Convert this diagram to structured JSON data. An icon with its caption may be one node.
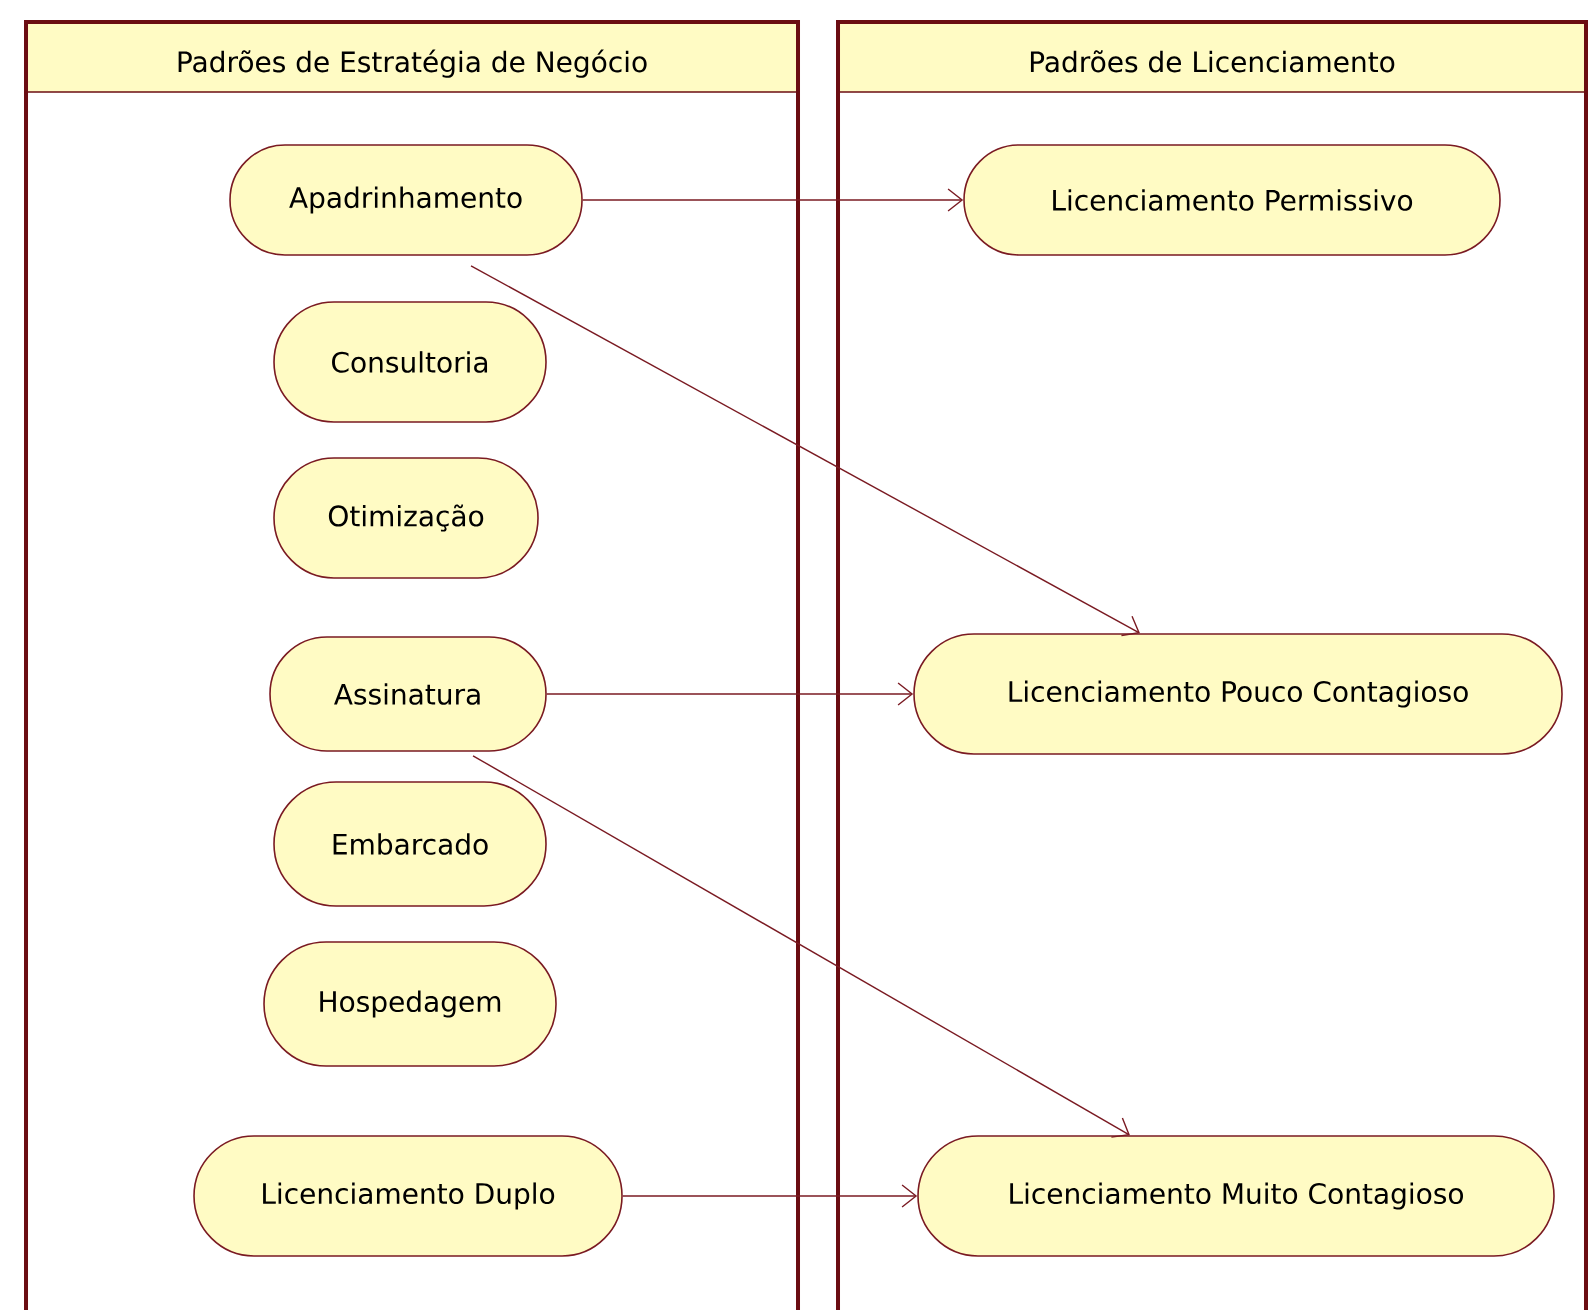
{
  "diagram": {
    "nodes": [
      {
        "text": [
          "Padrões de Estratégia de Negócio"
        ]
      },
      {
        "text": [
          "Apadrinhamento"
        ],
        "in": 0
      },
      {
        "text": [
          "Consultoria"
        ],
        "in": 0
      },
      {
        "text": [
          "Otimização"
        ],
        "in": 0
      },
      {
        "text": [
          "Assinatura"
        ],
        "in": 0
      },
      {
        "text": [
          "Embarcado"
        ],
        "in": 0
      },
      {
        "text": [
          "Hospedagem"
        ],
        "in": 0
      },
      {
        "text": [
          "Licenciamento Duplo"
        ],
        "in": 0
      },
      {
        "text": [
          "Padrões de Licenciamento"
        ]
      },
      {
        "text": [
          "Licenciamento Permissivo"
        ],
        "in": 8
      },
      {
        "text": [
          "Licenciamento Pouco Contagioso"
        ],
        "in": 8
      },
      {
        "text": [
          "Licenciamento Muito Contagioso"
        ],
        "in": 8
      }
    ],
    "edges": [
      {
        "from": 1,
        "to": 9,
        "arrow": "to"
      },
      {
        "from": 1,
        "to": 10,
        "arrow": "to"
      },
      {
        "from": 4,
        "to": 10,
        "arrow": "to"
      },
      {
        "from": 4,
        "to": 11,
        "arrow": "to"
      },
      {
        "from": 7,
        "to": 11,
        "arrow": "to"
      }
    ]
  }
}
